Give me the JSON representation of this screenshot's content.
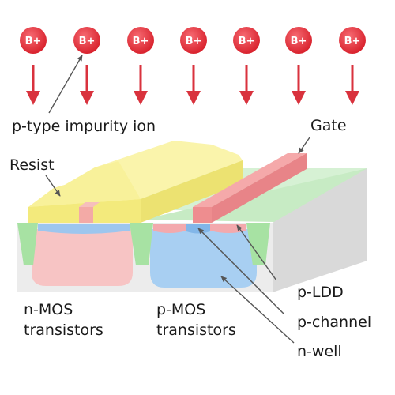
{
  "ion_label": "B+",
  "ion_count": 7,
  "labels": {
    "impurity": "p-type impurity ion",
    "gate": "Gate",
    "resist": "Resist",
    "nmos_line1": "n-MOS",
    "nmos_line2": "transistors",
    "pmos_line1": "p-MOS",
    "pmos_line2": "transistors",
    "pldd": "p-LDD",
    "pchannel": "p-channel",
    "nwell": "n-well"
  },
  "colors": {
    "ion": "#e8353f",
    "arrow": "#d9323d",
    "resist": "#f5ef8e",
    "gate": "#f08c8e",
    "substrate": "#e9e9e9",
    "isolation": "#a8e3a4",
    "pwell": "#f7c3c3",
    "nwell": "#a8cff2",
    "channel": "#9cc6ec"
  }
}
